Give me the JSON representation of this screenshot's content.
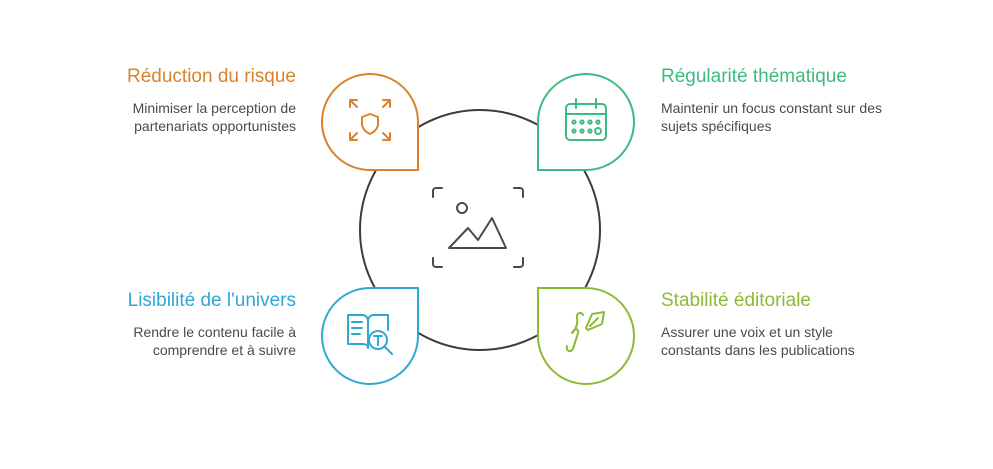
{
  "items": [
    {
      "id": "risk",
      "title": "Réduction du risque",
      "desc": "Minimiser la perception de partenariats opportunistes",
      "color": "#d9822b",
      "icon": "shield-compress-icon"
    },
    {
      "id": "theme",
      "title": "Régularité thématique",
      "desc": "Maintenir un focus constant sur des sujets spécifiques",
      "color": "#3dbb7f",
      "icon": "calendar-icon"
    },
    {
      "id": "univers",
      "title": "Lisibilité de l'univers",
      "desc": "Rendre le contenu facile à comprendre et à suivre",
      "color": "#2ea8d5",
      "icon": "book-search-icon"
    },
    {
      "id": "edito",
      "title": "Stabilité éditoriale",
      "desc": "Assurer une voix et un style constants dans les publications",
      "color": "#8cba34",
      "icon": "pen-nib-icon"
    }
  ],
  "center": {
    "icon": "image-placeholder-icon"
  },
  "colors": {
    "ring": "#3c3c3c",
    "placeholder": "#4a4a4a"
  }
}
